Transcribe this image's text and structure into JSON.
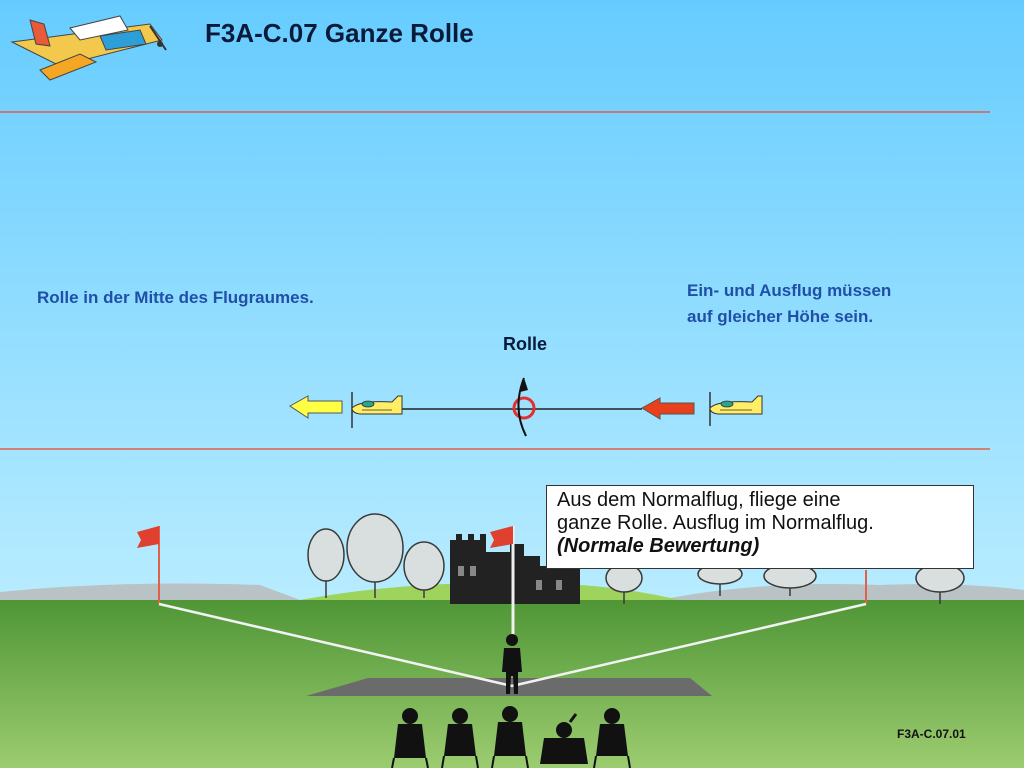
{
  "title": "F3A-C.07 Ganze Rolle",
  "labels": {
    "center": "Rolle in der Mitte des Flugraumes.",
    "height_line1": "Ein- und Ausflug müssen",
    "height_line2": "auf gleicher Höhe sein.",
    "roll": "Rolle"
  },
  "description": {
    "line1": "Aus dem Normalflug, fliege eine",
    "line2": "ganze Rolle. Ausflug im Normalflug.",
    "line3": "(Normale Bewertung)"
  },
  "slide_id": "F3A-C.07.01",
  "colors": {
    "sky": "#66ccff",
    "ground": "#5a9e3e",
    "boundary_line": "#e0604a",
    "entry_arrow": "#e8401c",
    "exit_arrow": "#ffff44",
    "plane_body": "#ffee66",
    "text_blue": "#1f4fa8"
  }
}
